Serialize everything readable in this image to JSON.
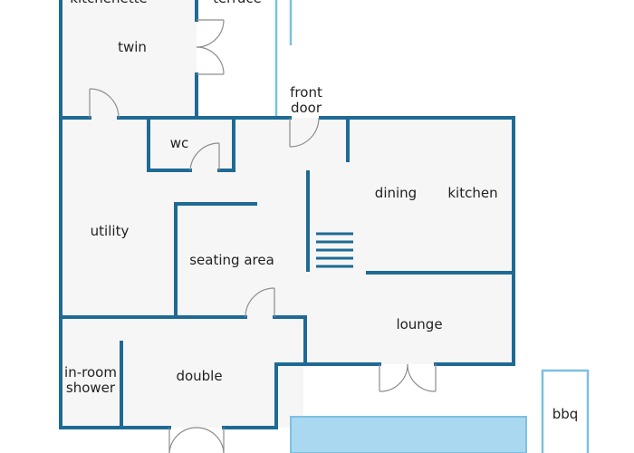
{
  "diagram": {
    "type": "floor-plan",
    "colors": {
      "wall": "#1e6a94",
      "outdoor_line": "#7ec0e0",
      "room_fill": "#f6f6f6",
      "pool": "#a9d8f0"
    },
    "rooms": {
      "kitchenette": "kitchenette",
      "terrace": "terrace",
      "twin": "twin",
      "front_door_line1": "front",
      "front_door_line2": "door",
      "wc": "wc",
      "dining": "dining",
      "kitchen": "kitchen",
      "utility": "utility",
      "seating_area": "seating area",
      "lounge": "lounge",
      "in_room_shower_line1": "in-room",
      "in_room_shower_line2": "shower",
      "double": "double",
      "bbq": "bbq"
    }
  }
}
